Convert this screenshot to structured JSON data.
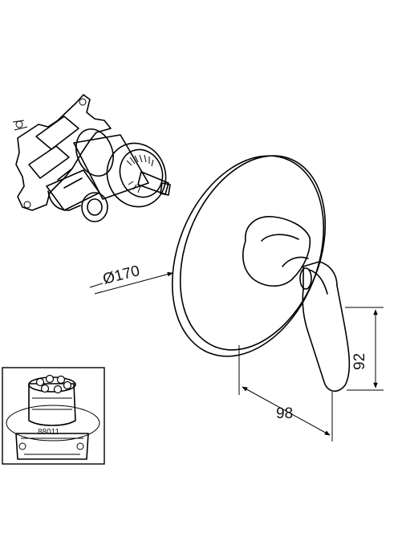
{
  "dimensions": {
    "diameter": "Ø170",
    "height": "92",
    "depth": "98"
  },
  "inset": {
    "code": "88011"
  },
  "colors": {
    "line": "#000000",
    "background": "#ffffff"
  }
}
